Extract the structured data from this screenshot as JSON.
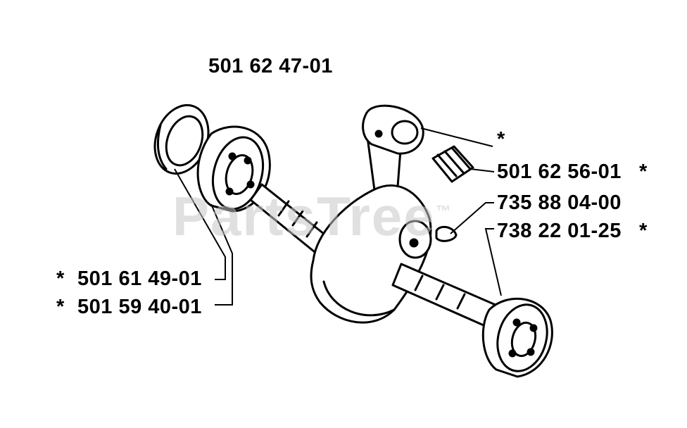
{
  "assembly_part": "501 62 47-01",
  "watermark": "PartsTree",
  "watermark_mark": "™",
  "parts": {
    "needle_bearing_star": "*",
    "needle_bearing": "501 62 56-01",
    "needle_bearing_suffix": "*",
    "key": "735 88 04-00",
    "right_bearing": "738 22 01-25",
    "right_bearing_suffix": "*",
    "seal_prefix": "*",
    "seal": "501 61 49-01",
    "left_bearing_prefix": "*",
    "left_bearing": "501 59 40-01"
  }
}
